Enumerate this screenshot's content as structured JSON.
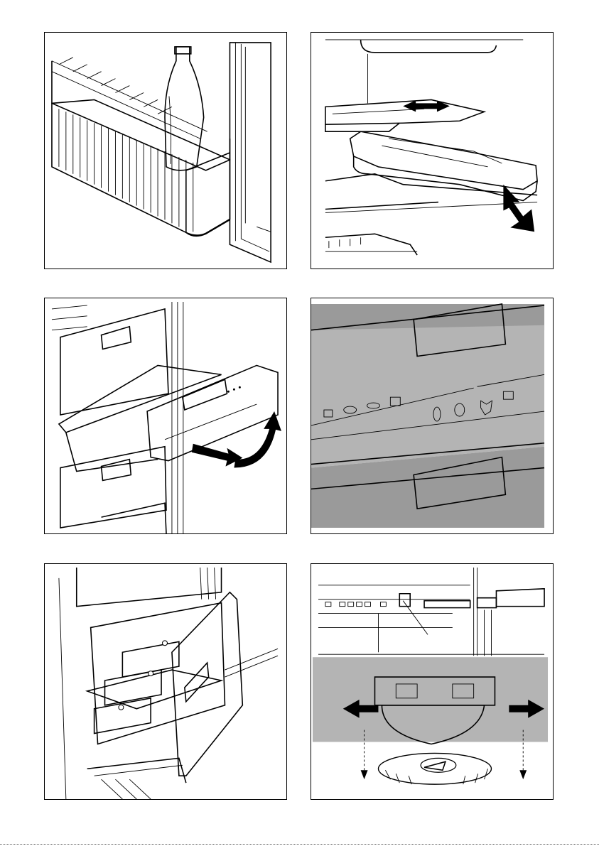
{
  "page": {
    "title": ""
  },
  "figures": [
    {
      "id": "fig1",
      "icon": "door-bottle-shelf-illustration"
    },
    {
      "id": "fig2",
      "icon": "sliding-shelf-and-butter-box-illustration"
    },
    {
      "id": "fig3",
      "icon": "freezer-drawer-removal-illustration"
    },
    {
      "id": "fig4",
      "icon": "freezer-drawer-symbols-illustration"
    },
    {
      "id": "fig5",
      "icon": "open-freezer-drawer-illustration"
    },
    {
      "id": "fig6",
      "icon": "light-cover-removal-illustration"
    }
  ],
  "colors": {
    "line": "#000000",
    "panel_gray": "#b4b4b4",
    "mid_gray": "#9a9a9a",
    "light_gray": "#dcdcdc"
  }
}
